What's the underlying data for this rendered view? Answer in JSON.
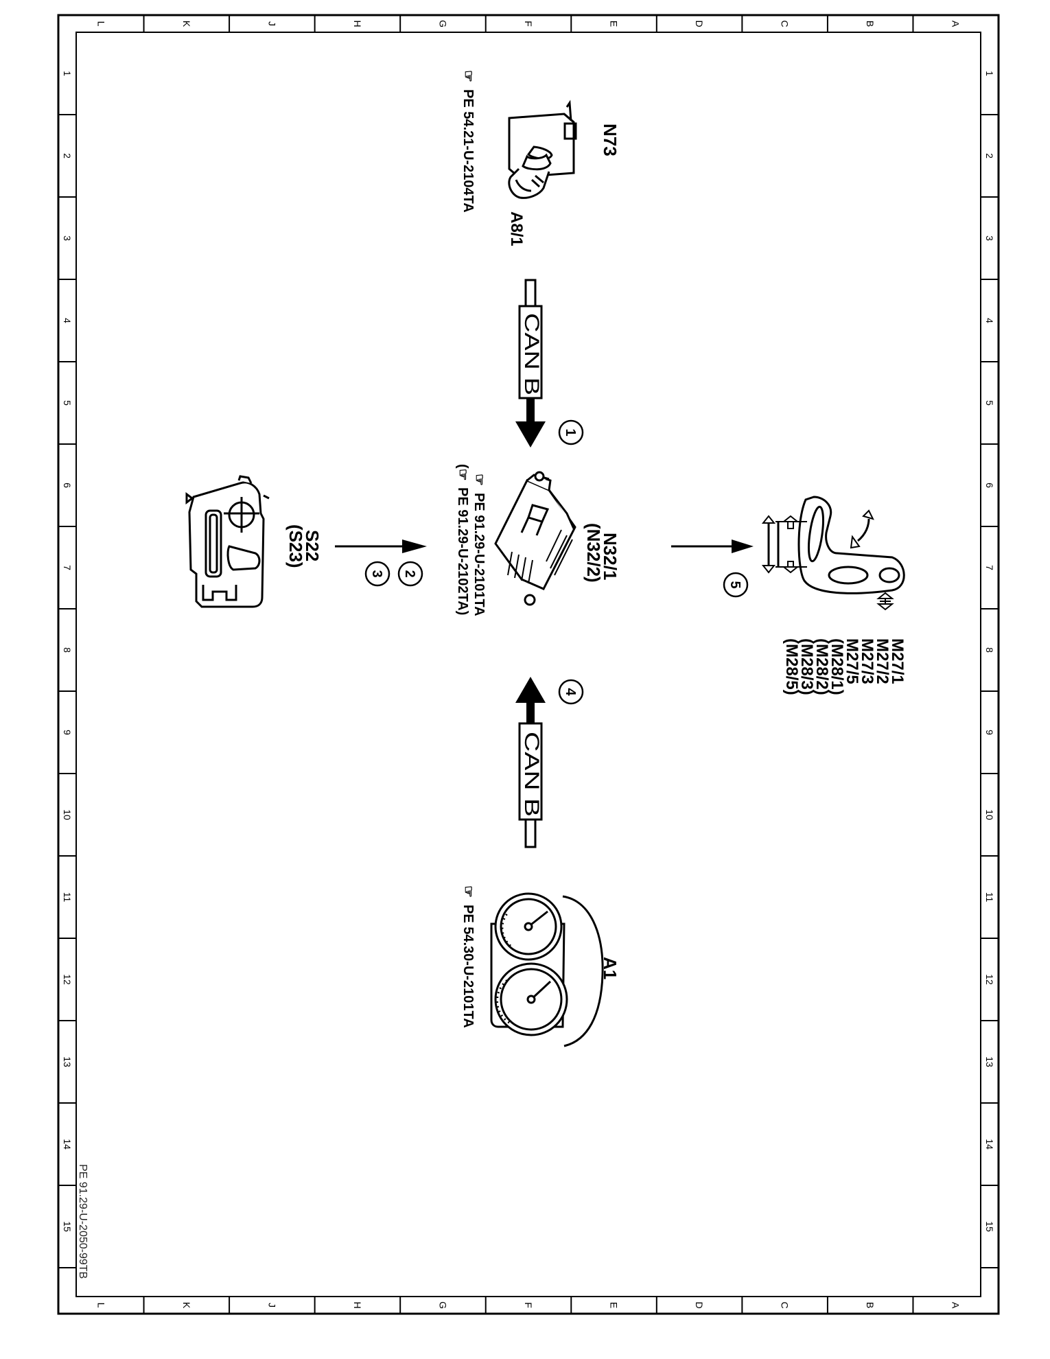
{
  "grid": {
    "letters": [
      "L",
      "K",
      "J",
      "H",
      "G",
      "F",
      "E",
      "D",
      "C",
      "B",
      "A"
    ],
    "numbers": [
      "1",
      "2",
      "3",
      "4",
      "5",
      "6",
      "7",
      "8",
      "9",
      "10",
      "11",
      "12",
      "13",
      "14",
      "15"
    ]
  },
  "components": {
    "n73": {
      "code": "N73",
      "sub": "A8/1",
      "ref": "PE 54.21-U-2104TA"
    },
    "n32": {
      "code1": "N32/1",
      "code2": "(N32/2)",
      "ref1": "PE 91.29-U-2101TA",
      "ref2": "(PE 91.29-U-2102TA)"
    },
    "a1": {
      "code": "A1",
      "ref": "PE 54.30-U-2101TA"
    },
    "s22": {
      "code1": "S22",
      "code2": "(S23)"
    },
    "motors": {
      "labels": [
        "M27/1",
        "M27/2",
        "M27/3",
        "M27/5",
        "(M28/1)",
        "(M28/2)",
        "(M28/3)",
        "(M28/5)"
      ]
    }
  },
  "connections": {
    "can_top": "CAN B",
    "can_bottom": "CAN B",
    "markers": [
      "1",
      "2",
      "3",
      "4",
      "5"
    ]
  },
  "footer": {
    "doc_id": "PE 91.29-U-2050-99TB"
  },
  "icons": {
    "ref": "pointing-hand-icon"
  }
}
